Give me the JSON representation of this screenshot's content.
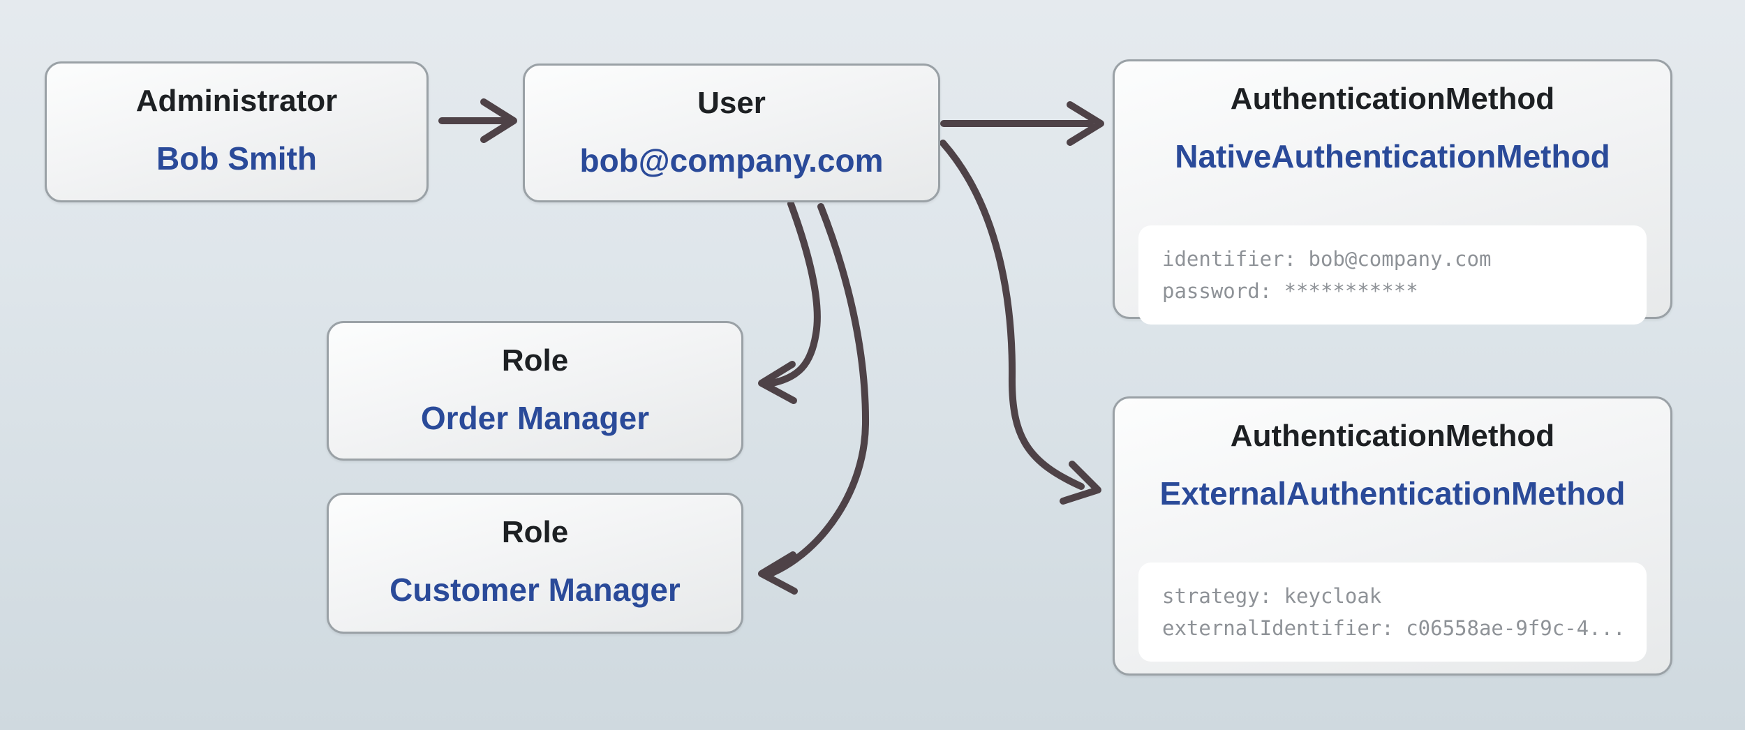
{
  "colors": {
    "background_top": "#e5eaee",
    "background_bottom": "#cfd9df",
    "node_border": "#9aa1a6",
    "node_fill_top": "#fcfdfd",
    "node_fill_bottom": "#e7e9ea",
    "type_text": "#1d2023",
    "value_text": "#2a4a99",
    "code_text": "#8e9297",
    "arrow": "#4e4247"
  },
  "nodes": {
    "administrator": {
      "type": "Administrator",
      "name": "Bob Smith"
    },
    "user": {
      "type": "User",
      "name": "bob@company.com"
    },
    "native_auth": {
      "type": "AuthenticationMethod",
      "name": "NativeAuthenticationMethod",
      "props": [
        "identifier: bob@company.com",
        "password: ***********"
      ]
    },
    "role_order": {
      "type": "Role",
      "name": "Order Manager"
    },
    "role_customer": {
      "type": "Role",
      "name": "Customer Manager"
    },
    "external_auth": {
      "type": "AuthenticationMethod",
      "name": "ExternalAuthenticationMethod",
      "props": [
        "strategy: keycloak",
        "externalIdentifier: c06558ae-9f9c-4..."
      ]
    }
  },
  "edges": [
    {
      "from": "administrator",
      "to": "user"
    },
    {
      "from": "user",
      "to": "native_auth"
    },
    {
      "from": "user",
      "to": "external_auth"
    },
    {
      "from": "user",
      "to": "role_order"
    },
    {
      "from": "user",
      "to": "role_customer"
    }
  ]
}
